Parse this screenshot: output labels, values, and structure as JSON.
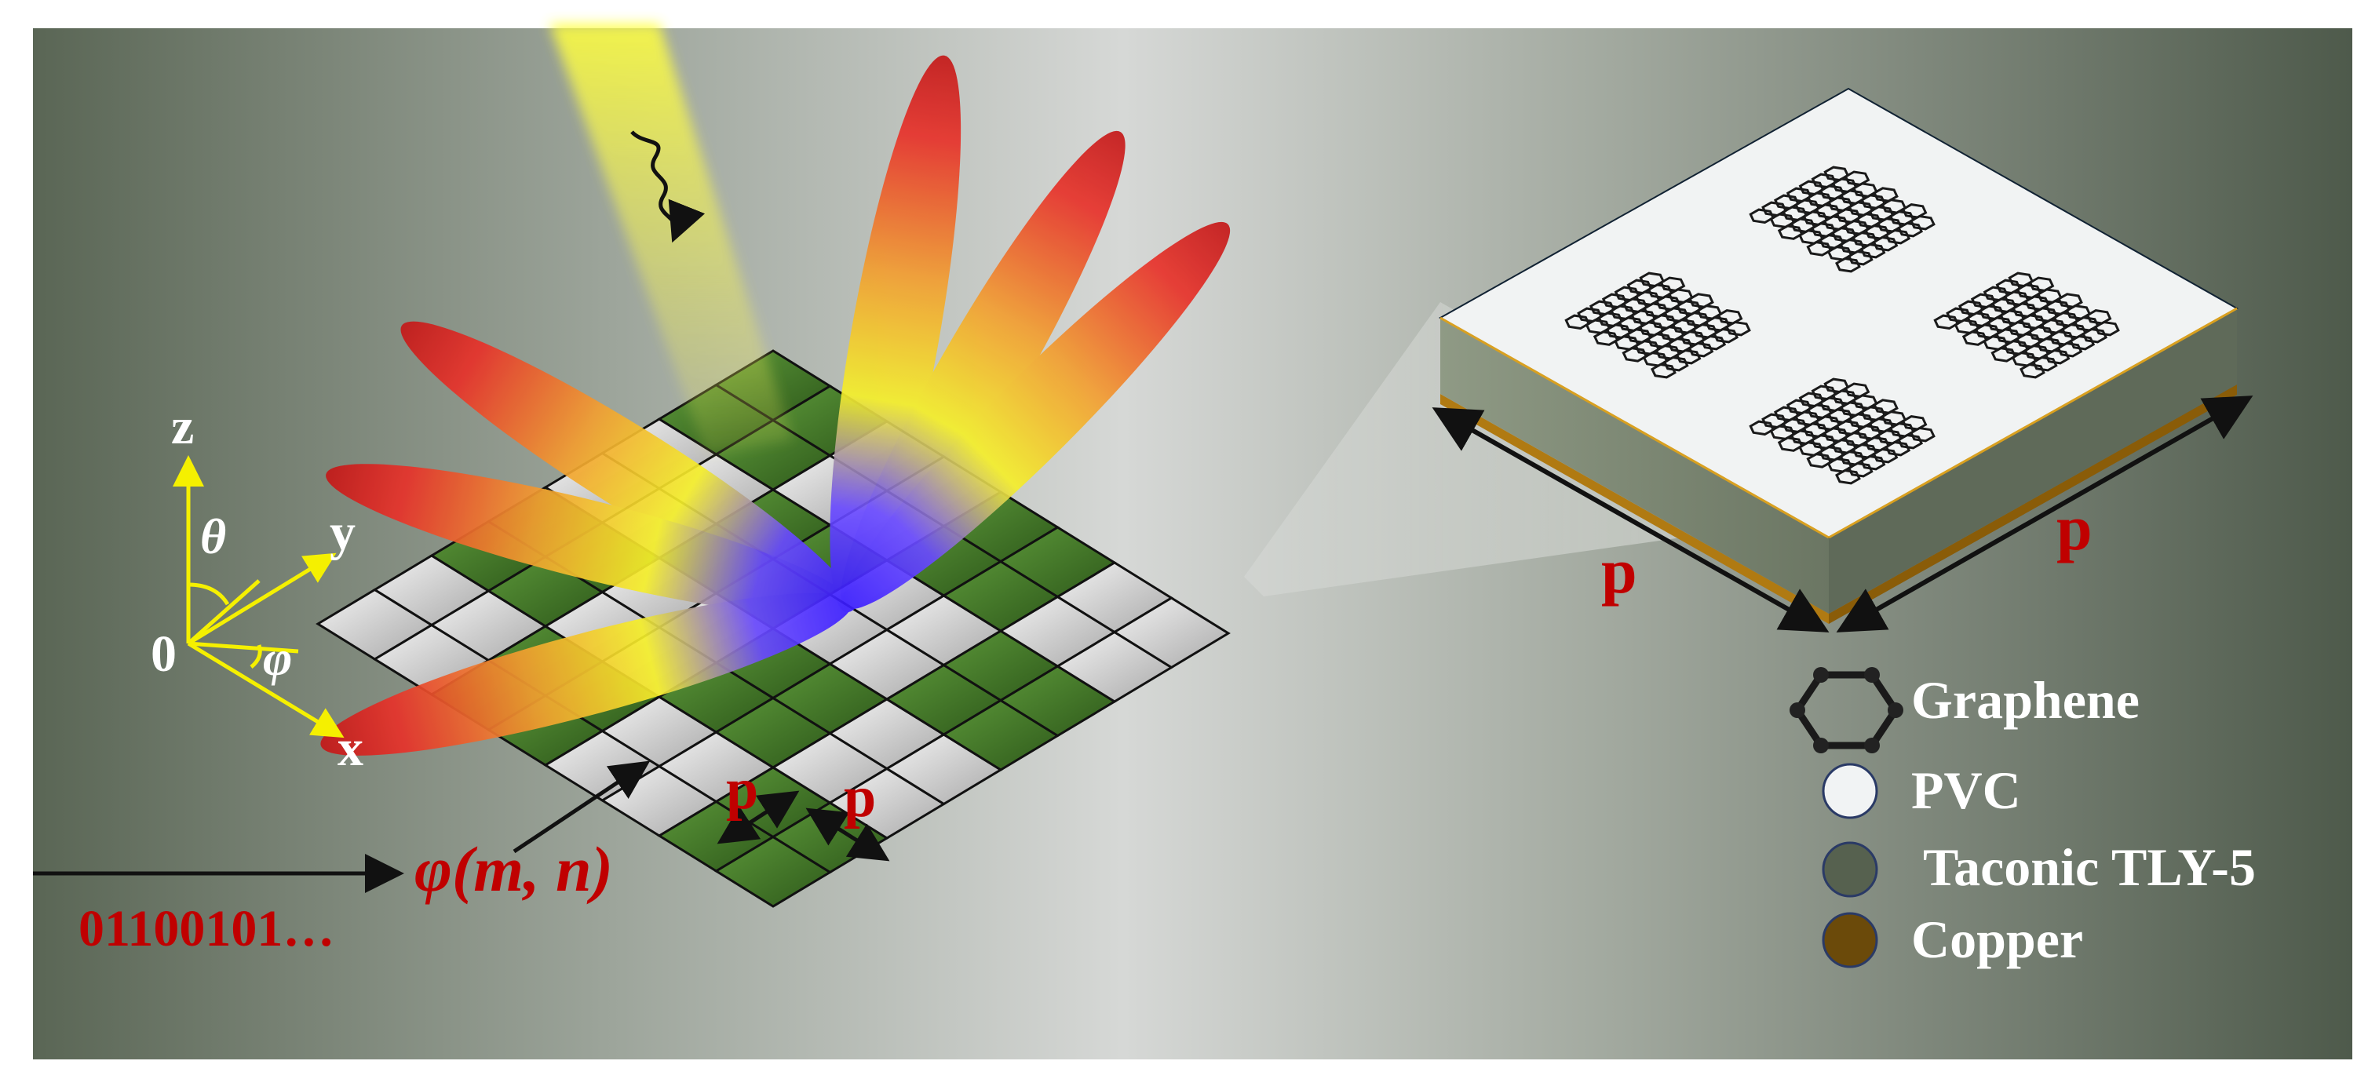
{
  "axes": {
    "z": "z",
    "y": "y",
    "x": "x",
    "origin": "0",
    "theta": "θ",
    "phi": "φ"
  },
  "phase_function": "φ(m, n)",
  "bit_sequence": "01100101…",
  "cell_period_label": "p",
  "unit_cell": {
    "width_label": "p",
    "depth_label": "p"
  },
  "legend": [
    {
      "label": "Graphene",
      "icon": "graphene-hexagon-icon",
      "color": "#1a1a1a"
    },
    {
      "label": "PVC",
      "icon": "circle",
      "color": "#f1f3f4"
    },
    {
      "label": "Taconic TLY-5",
      "icon": "circle",
      "color": "#56614f"
    },
    {
      "label": "Copper",
      "icon": "circle",
      "color": "#6b4a0a"
    }
  ],
  "colors": {
    "label_red": "#c00000",
    "axis_yellow": "#f5f000",
    "grid_green": "#4c7f2c",
    "grid_light": "#e4e4e4"
  },
  "grid": {
    "rows": 8,
    "cols": 8,
    "pattern": [
      "00110011",
      "00110011",
      "11001100",
      "11001100",
      "00110011",
      "00110011",
      "11001100",
      "11001100"
    ]
  }
}
